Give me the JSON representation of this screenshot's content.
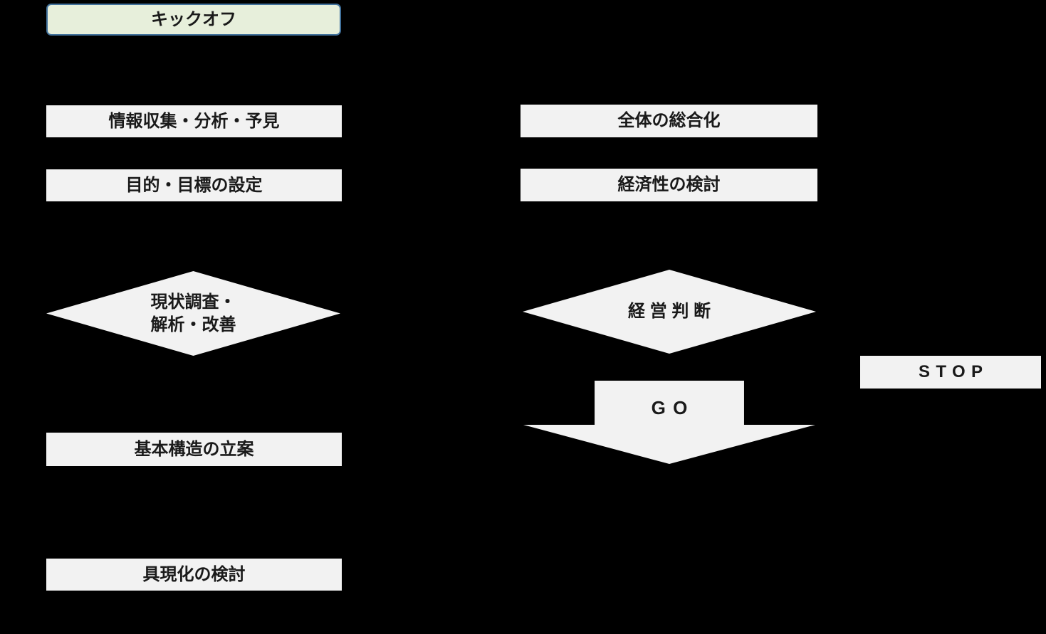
{
  "diagram": {
    "kickoff": {
      "label": "キックオフ"
    },
    "left": {
      "info": "情報収集・分析・予見",
      "goal": "目的・目標の設定",
      "survey_line1": "現状調査・",
      "survey_line2": "解析・改善",
      "structure": "基本構造の立案",
      "realization": "具現化の検討"
    },
    "right": {
      "integration": "全体の総合化",
      "economy": "経済性の検討",
      "decision": "経 営 判 断",
      "go": "GO",
      "stop": "STOP"
    }
  },
  "colors": {
    "background": "#000000",
    "node_bg": "#f2f2f2",
    "kickoff_bg": "#e7efdb",
    "kickoff_border": "#41719c",
    "text": "#1a1a1a"
  }
}
